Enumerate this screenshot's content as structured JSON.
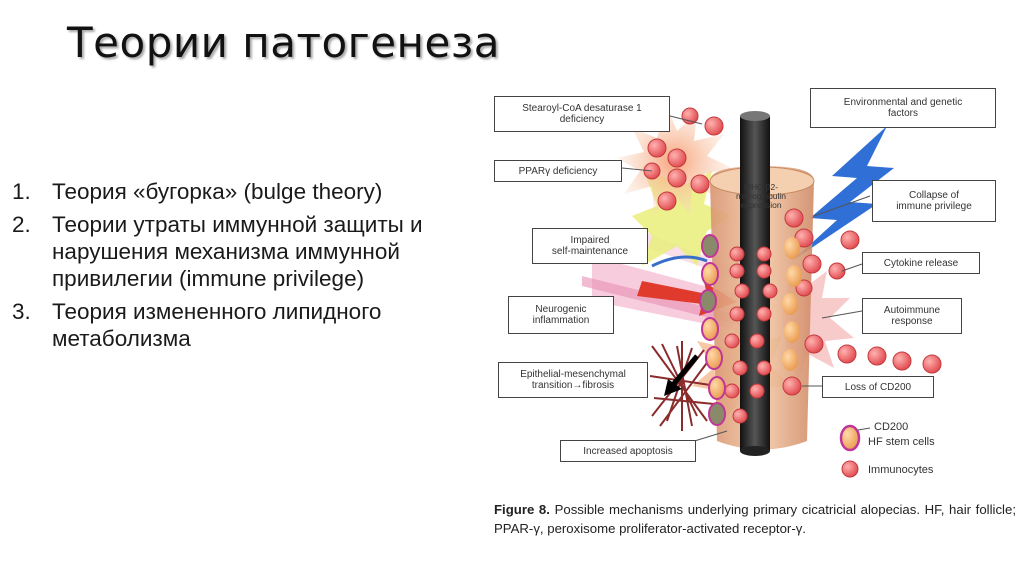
{
  "slide": {
    "title": "Теории патогенеза"
  },
  "theories": [
    {
      "number": "1.",
      "text": "Теория «бугорка» (bulge theory)"
    },
    {
      "number": "2.",
      "text": "Теории утраты иммунной защиты и нарушения механизма иммунной привилегии (immune privilege)"
    },
    {
      "number": "3.",
      "text": "Теория измененного липидного метаболизма"
    }
  ],
  "figure": {
    "labels": {
      "scd1": "Stearoyl-CoA desaturase 1\ndeficiency",
      "ppar": "PPARγ deficiency",
      "env": "Environmental and genetic\nfactors",
      "mhc": "MHC β2-\nmicroglobulin\nexpression",
      "collapse": "Collapse of\nimmune privilege",
      "impaired": "Impaired\nself-maintenance",
      "cytokine": "Cytokine release",
      "neuro": "Neurogenic\ninflammation",
      "autoimmune": "Autoimmune\nresponse",
      "emt": "Epithelial-mesenchymal\ntransition→fibrosis",
      "cd200loss": "Loss of CD200",
      "apoptosis": "Increased apoptosis"
    },
    "legend": {
      "cd200": "CD200",
      "stem": "HF stem cells",
      "immuno": "Immunocytes"
    },
    "colors": {
      "immunocyte": "#e8565a",
      "stem_cell": "#f0a860",
      "cd200_ring": "#c0359a",
      "follicle": "#e9b48f",
      "shaft": "#2a2a2a",
      "lightning": "#2f6fd6",
      "red_arrow": "#e03a2c"
    }
  },
  "caption": {
    "figure_label": "Figure 8.",
    "text": "Possible mechanisms underlying primary cicatricial alopecias. HF, hair follicle; PPAR-γ, peroxisome proliferator-activated receptor-γ."
  }
}
